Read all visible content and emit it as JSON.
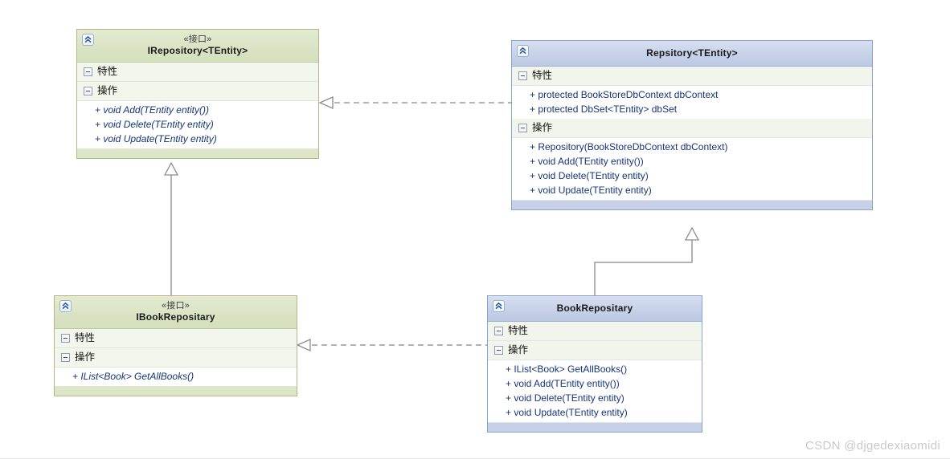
{
  "diagram": {
    "type": "uml-class-diagram",
    "watermark": "CSDN @djgedexiaomidi",
    "stereotype_interface": "«接口»",
    "compartment_labels": {
      "attributes": "特性",
      "operations": "操作"
    }
  },
  "classes": {
    "irepository": {
      "stereotype": "«接口»",
      "name": "IRepository<TEntity>",
      "kind": "interface",
      "style": "green",
      "attributes_label": "特性",
      "attributes": [],
      "operations_label": "操作",
      "operations": [
        "+ void Add(TEntity entity())",
        "+ void Delete(TEntity entity)",
        "+ void Update(TEntity entity)"
      ]
    },
    "repository": {
      "stereotype": "",
      "name": "Repsitory<TEntity>",
      "kind": "class",
      "style": "blue",
      "attributes_label": "特性",
      "attributes": [
        "+ protected BookStoreDbContext dbContext",
        "+ protected DbSet<TEntity> dbSet"
      ],
      "operations_label": "操作",
      "operations": [
        "+ Repository(BookStoreDbContext dbContext)",
        "+ void Add(TEntity entity())",
        "+ void Delete(TEntity entity)",
        "+ void Update(TEntity entity)"
      ]
    },
    "ibookrepository": {
      "stereotype": "«接口»",
      "name": "IBookRepositary",
      "kind": "interface",
      "style": "green",
      "attributes_label": "特性",
      "attributes": [],
      "operations_label": "操作",
      "operations": [
        "+ IList<Book> GetAllBooks()"
      ]
    },
    "bookrepository": {
      "stereotype": "",
      "name": "BookRepositary",
      "kind": "class",
      "style": "blue",
      "attributes_label": "特性",
      "attributes": [],
      "operations_label": "操作",
      "operations": [
        "+ IList<Book> GetAllBooks()",
        "+ void Add(TEntity entity())",
        "+ void Delete(TEntity entity)",
        "+ void Update(TEntity entity)"
      ]
    }
  },
  "relationships": [
    {
      "id": "rel-realization-repository",
      "from": "repository",
      "to": "irepository",
      "type": "realization",
      "line": "dashed",
      "arrow": "hollow-triangle"
    },
    {
      "id": "rel-generalization-ibook",
      "from": "ibookrepository",
      "to": "irepository",
      "type": "generalization",
      "line": "solid",
      "arrow": "hollow-triangle"
    },
    {
      "id": "rel-generalization-bookrepo",
      "from": "bookrepository",
      "to": "repository",
      "type": "generalization",
      "line": "solid",
      "arrow": "hollow-triangle"
    },
    {
      "id": "rel-realization-bookrepository",
      "from": "bookrepository",
      "to": "ibookrepository",
      "type": "realization",
      "line": "dashed",
      "arrow": "hollow-triangle"
    }
  ],
  "colors": {
    "interface_header": "#dae4c5",
    "interface_border": "#b5b585",
    "class_header": "#c7d2e9",
    "class_border": "#8aa4cd",
    "member_text": "#16357a",
    "connector": "#9a9a9a",
    "watermark": "#c9c9c9"
  }
}
